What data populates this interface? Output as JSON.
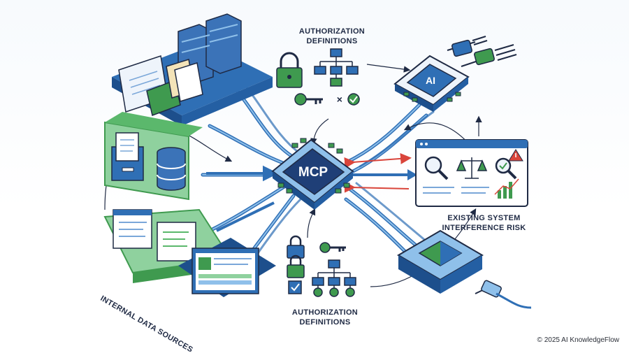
{
  "diagram": {
    "center_label": "MCP",
    "ai_label": "AI",
    "auth_top": {
      "line1": "AUTHORIZATION",
      "line2": "DEFINITIONS",
      "cross": "×"
    },
    "auth_bottom": {
      "line1": "AUTHORIZATION",
      "line2": "DEFINITIONS"
    },
    "existing": {
      "line1": "EXISTING SYSTEM",
      "line2": "INTERFERENCE RISK"
    },
    "internal": "INTERNAL DATA SOURCES",
    "copyright": "© 2025 AI KnowledgeFlow",
    "colors": {
      "navy": "#1f2a44",
      "blue": "#2f6fb5",
      "light_blue": "#8fc0ea",
      "green": "#3f9a4f",
      "light_green": "#8fd19e",
      "red": "#d9453b"
    }
  }
}
